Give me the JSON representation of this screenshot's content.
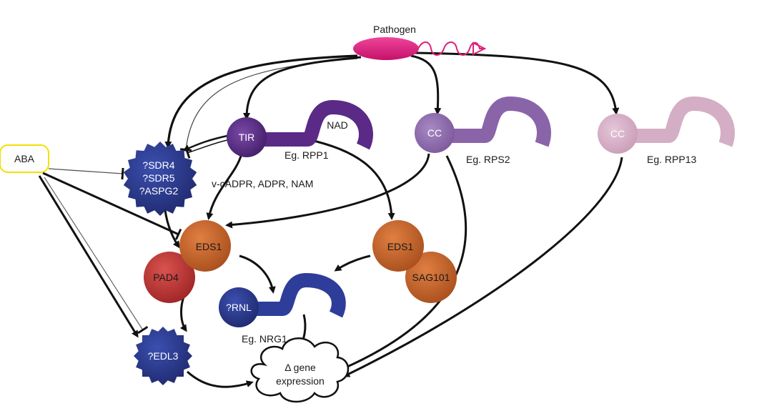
{
  "pathogen": {
    "label": "Pathogen",
    "color": "#e0207a"
  },
  "aba": {
    "label": "ABA",
    "border_color": "#f2e000"
  },
  "tir_receptor": {
    "domain_label": "TIR",
    "ligand_label": "NAD",
    "example": "Eg. RPP1",
    "color": "#5a2a86"
  },
  "cc_receptor_1": {
    "domain_label": "CC",
    "example": "Eg. RPS2",
    "color": "#8a64a8"
  },
  "cc_receptor_2": {
    "domain_label": "CC",
    "example": "Eg. RPP13",
    "color": "#d4aec4"
  },
  "sdr_cluster": {
    "lines": [
      "?SDR4",
      "?SDR5",
      "?ASPG2"
    ],
    "color": "#2e3b8a"
  },
  "tir_products": "v-cADPR, ADPR, NAM",
  "eds1_pad4": {
    "eds1_label": "EDS1",
    "pad4_label": "PAD4",
    "eds1_color": "#c8652a",
    "pad4_color": "#c43a3a"
  },
  "eds1_sag101": {
    "eds1_label": "EDS1",
    "sag101_label": "SAG101",
    "color": "#c8652a"
  },
  "rnl": {
    "domain_label": "?RNL",
    "example": "Eg. NRG1",
    "color": "#2e3d99"
  },
  "edl3": {
    "label": "?EDL3",
    "color": "#2e3b8a"
  },
  "gene_expression": {
    "line1": "Δ gene",
    "line2": "expression"
  }
}
